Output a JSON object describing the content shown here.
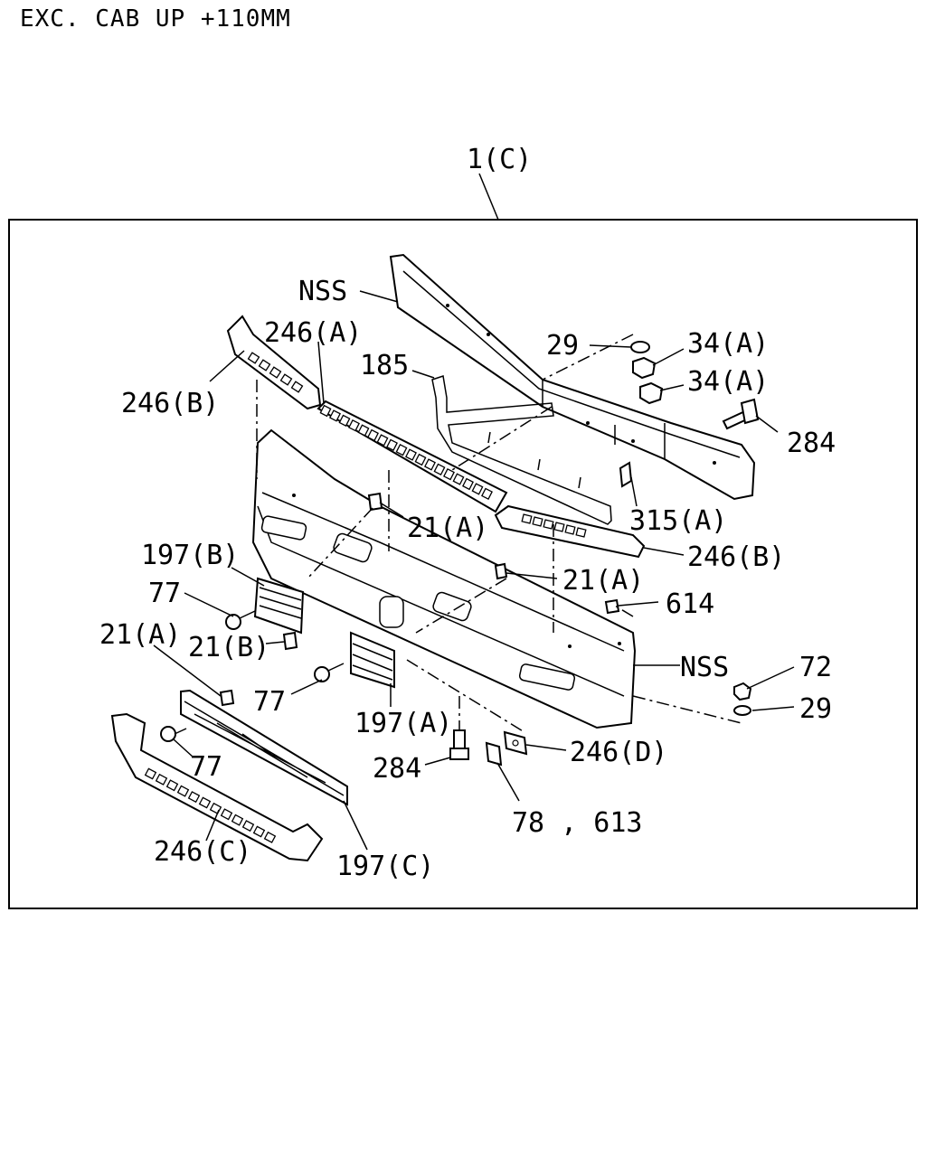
{
  "header": {
    "title": "EXC. CAB UP +110MM"
  },
  "labels": {
    "assembly": "1(C)",
    "nss_top": "NSS",
    "p246a": "246(A)",
    "p246b_left": "246(B)",
    "p185": "185",
    "p29_top": "29",
    "p34a_1": "34(A)",
    "p34a_2": "34(A)",
    "p284_right": "284",
    "p315a": "315(A)",
    "p21a_mid": "21(A)",
    "p246b_right": "246(B)",
    "p197b": "197(B)",
    "p21a_right": "21(A)",
    "p77_a": "77",
    "p614": "614",
    "p21a_left": "21(A)",
    "p21b": "21(B)",
    "nss_bumper": "NSS",
    "p72": "72",
    "p77_b": "77",
    "p29_bottom": "29",
    "p197a": "197(A)",
    "p246d": "246(D)",
    "p77_c": "77",
    "p284_bottom": "284",
    "p78_613": "78 , 613",
    "p246c": "246(C)",
    "p197c": "197(C)"
  }
}
